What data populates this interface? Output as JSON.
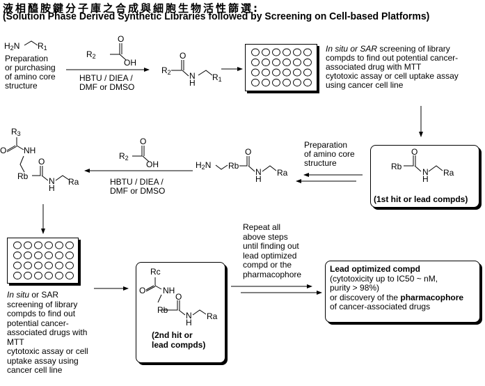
{
  "title": {
    "chinese": "液相醯胺鍵分子庫之合成與細胞生物活性篩選:",
    "english": "(Solution Phase Derived Synthetic Libraries followed by Screening on Cell-based Platforms)"
  },
  "step1": {
    "amine_label_h2n": "H2N",
    "amine_label_r1": "R1",
    "amine_note": [
      "Preparation",
      "or purchasing",
      "of amino core",
      "structure"
    ],
    "acid_r2": "R2",
    "acid_o": "O",
    "acid_oh": "OH",
    "reagents": [
      "HBTU / DIEA /",
      "DMF or DMSO"
    ],
    "product_r2": "R2",
    "product_o": "O",
    "product_n": "N",
    "product_h": "H",
    "product_r1": "R1"
  },
  "screen1": {
    "plate_rows": 4,
    "plate_cols": 6,
    "description_italic": "In situ or SAR",
    "description_lines": [
      " screening of library",
      "compds to find out potential cancer-",
      "associated drug with MTT",
      "cytotoxic assay or cell uptake assay",
      "using cancer cell line"
    ]
  },
  "hit1": {
    "rb": "Rb",
    "o": "O",
    "n": "N",
    "h": "H",
    "ra": "Ra",
    "caption": "(1st hit or lead compds)"
  },
  "prep_note": [
    "Preparation",
    "of amino core",
    "structure"
  ],
  "amine2": {
    "h2n": "H2N",
    "rb": "Rb",
    "o": "O",
    "n": "N",
    "h": "H",
    "ra": "Ra"
  },
  "step2": {
    "acid_r2": "R2",
    "acid_o": "O",
    "acid_oh": "OH",
    "reagents": [
      "HBTU / DIEA /",
      "DMF or DMSO"
    ]
  },
  "product2": {
    "r3": "R3",
    "o1": "O",
    "nh": "NH",
    "rb": "Rb",
    "o2": "O",
    "n": "N",
    "h": "H",
    "ra": "Ra"
  },
  "screen2": {
    "plate_rows": 4,
    "plate_cols": 6,
    "italic": "In situ",
    "lines": [
      " or SAR",
      "screening of library",
      "compds to find out",
      "potential cancer-",
      "associated drugs with",
      "MTT",
      "cytotoxic assay or cell",
      "uptake assay using",
      "cancer cell line"
    ]
  },
  "hit2": {
    "rc": "Rc",
    "o1": "O",
    "nh": "NH",
    "rb": "Rb",
    "o2": "O",
    "n": "N",
    "h": "H",
    "ra": "Ra",
    "caption": [
      "(2nd hit or",
      "lead compds)"
    ]
  },
  "repeat_note": [
    "Repeat all",
    "above steps",
    "until finding out",
    "lead optimized",
    "compd or the",
    "pharmacophore"
  ],
  "final": {
    "heading": "Lead optimized compd",
    "line1": "(cytotoxicity up to IC50 ~ nM,",
    "line2": "purity > 98%)",
    "line3_prefix": "or discovery of the ",
    "line3_bold": "pharmacophore",
    "line4": "of cancer-associated drugs"
  }
}
